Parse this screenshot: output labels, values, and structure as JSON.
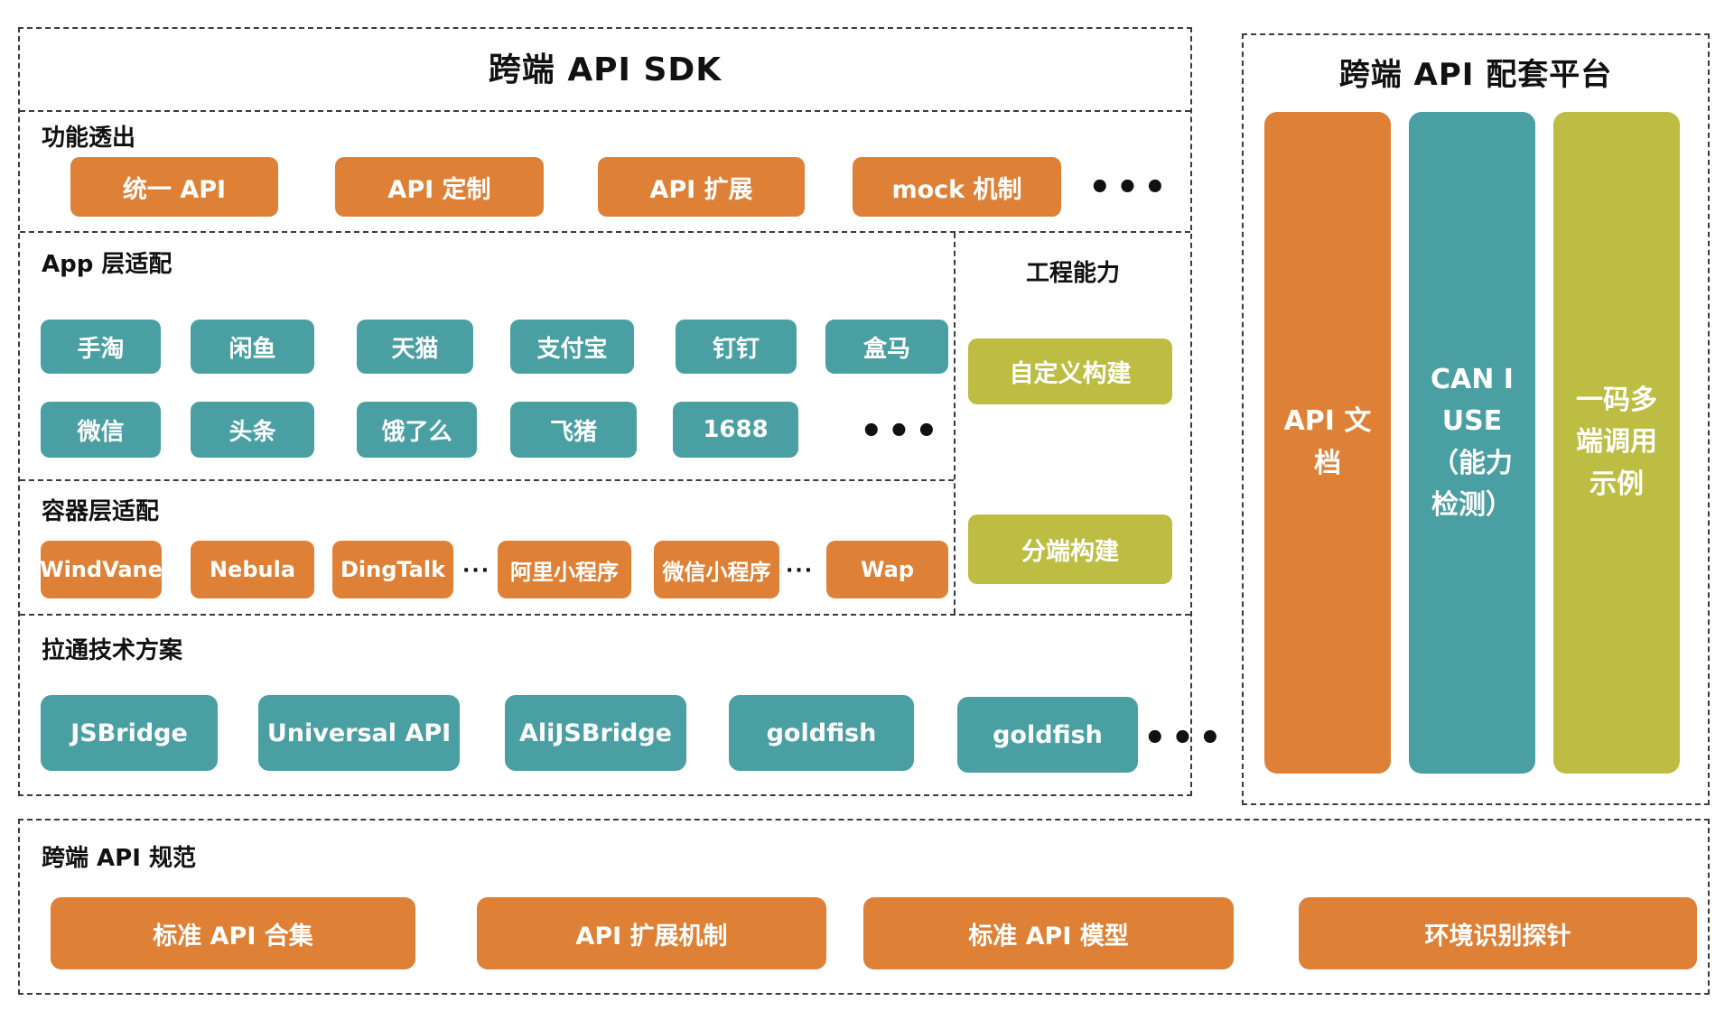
{
  "colors": {
    "orange": "#DE8137",
    "teal": "#4A9FA2",
    "olive": "#BCBD42",
    "border": "#3B3B3B",
    "text": "#111111",
    "button_text": "#FFFFFF"
  },
  "sdk": {
    "title": "跨端 API SDK",
    "features": {
      "label": "功能透出",
      "items": [
        "统一 API",
        "API 定制",
        "API 扩展",
        "mock 机制"
      ],
      "more": "•••"
    },
    "app_layer": {
      "label": "App 层适配",
      "row1": [
        "手淘",
        "闲鱼",
        "天猫",
        "支付宝",
        "钉钉",
        "盒马"
      ],
      "row2": [
        "微信",
        "头条",
        "饿了么",
        "飞猪",
        "1688"
      ],
      "more": "•••"
    },
    "container_layer": {
      "label": "容器层适配",
      "items": [
        "WindVane",
        "Nebula",
        "DingTalk",
        "阿里小程序",
        "微信小程序",
        "Wap"
      ],
      "dots1": "···",
      "dots2": "···"
    },
    "engineering": {
      "label": "工程能力",
      "items": [
        "自定义构建",
        "分端构建"
      ]
    },
    "bridge": {
      "label": "拉通技术方案",
      "items": [
        "JSBridge",
        "Universal API",
        "AliJSBridge",
        "goldfish",
        "goldfish"
      ],
      "more": "•••"
    }
  },
  "platform": {
    "title": "跨端 API 配套平台",
    "pillars": [
      {
        "name": "api-docs",
        "label": [
          "API 文",
          "档"
        ],
        "color": "orange"
      },
      {
        "name": "can-i-use",
        "label": [
          "CAN I",
          "USE",
          "（能力",
          "检测）"
        ],
        "color": "teal"
      },
      {
        "name": "multi-end-demo",
        "label": [
          "一码多",
          "端调用",
          "示例"
        ],
        "color": "olive"
      }
    ]
  },
  "spec": {
    "label": "跨端 API 规范",
    "items": [
      "标准 API 合集",
      "API 扩展机制",
      "标准 API 模型",
      "环境识别探针"
    ]
  }
}
